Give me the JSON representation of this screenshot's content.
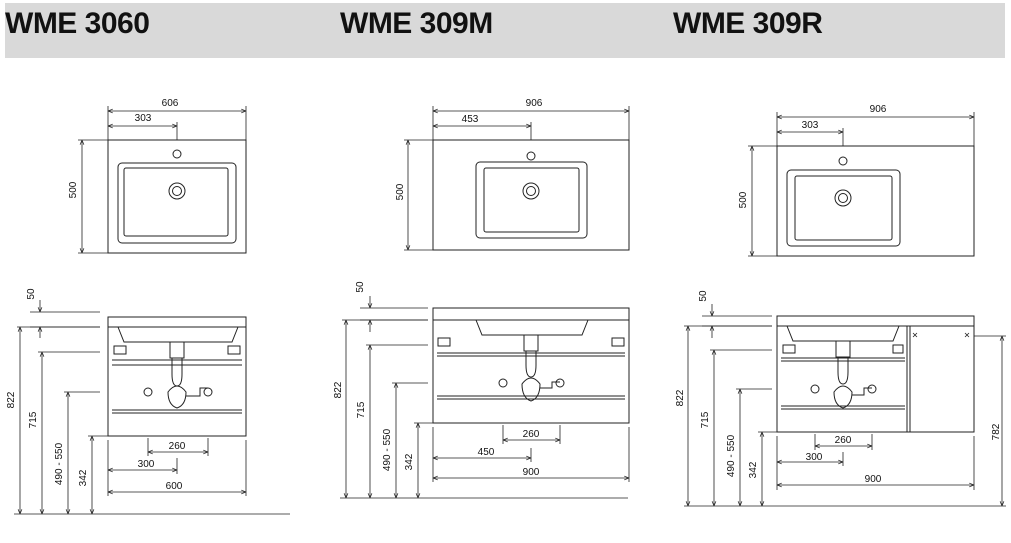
{
  "header": {
    "titles": [
      "WME 3060",
      "WME 309M",
      "WME 309R"
    ]
  },
  "colors": {
    "header_bg": "#d9d9d9",
    "line": "#222222"
  },
  "models": [
    {
      "top": {
        "width": "606",
        "tap_offset": "303",
        "depth": "500"
      },
      "front": {
        "counter": "50",
        "height": "822",
        "drain": "715",
        "range": "490 - 550",
        "siphon": "342",
        "sub_width": "260",
        "half": "300",
        "width": "600"
      }
    },
    {
      "top": {
        "width": "906",
        "tap_offset": "453",
        "depth": "500"
      },
      "front": {
        "counter": "50",
        "height": "822",
        "drain": "715",
        "range": "490 - 550",
        "siphon": "342",
        "sub_width": "260",
        "half": "450",
        "width": "900"
      }
    },
    {
      "top": {
        "width": "906",
        "tap_offset": "303",
        "depth": "500"
      },
      "front": {
        "counter": "50",
        "height": "822",
        "drain": "715",
        "range": "490 - 550",
        "siphon": "342",
        "sub_width": "260",
        "half": "300",
        "width": "900",
        "cabinet_height": "782"
      }
    }
  ]
}
